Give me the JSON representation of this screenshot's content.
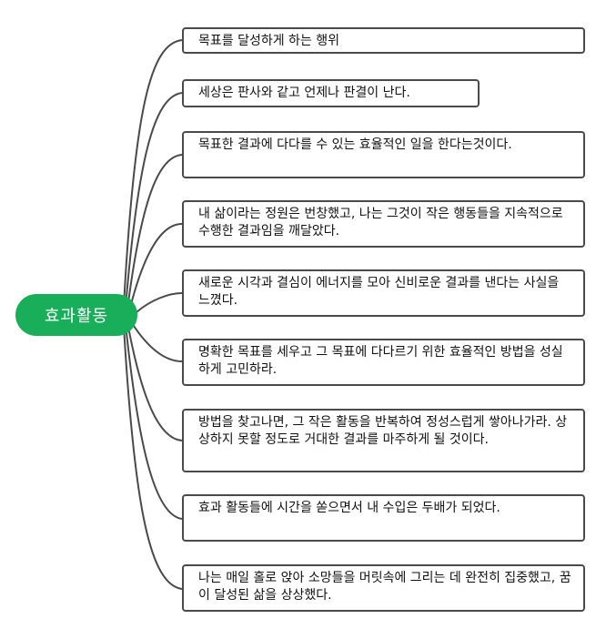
{
  "root": {
    "label": "효과활동"
  },
  "branches": [
    {
      "text": "목표를 달성하게 하는 행위"
    },
    {
      "text": "세상은 판사와 같고 언제나 판결이 난다."
    },
    {
      "text": "목표한 결과에 다다를 수 있는 효율적인 일을 한다는것이다."
    },
    {
      "text": "내 삶이라는 정원은 번창했고, 나는 그것이 작은 행동들을 지속적으로 수행한 결과임을 깨달았다."
    },
    {
      "text": "새로운 시각과 결심이 에너지를 모아 신비로운 결과를 낸다는 사실을 느꼈다."
    },
    {
      "text": "명확한 목표를 세우고 그 목표에 다다르기 위한 효율적인 방법을 성실하게 고민하라."
    },
    {
      "text": "방법을 찾고나면, 그 작은 활동을 반복하여 정성스럽게 쌓아나가라. 상상하지 못할 정도로 거대한 결과를 마주하게 될 것이다."
    },
    {
      "text": "효과 활동들에 시간을 쏟으면서 내 수입은 두배가 되었다."
    },
    {
      "text": "나는 매일 홀로 앉아 소망들을 머릿속에 그리는 데 완전히 집중했고, 꿈이 달성된 삶을 상상했다."
    }
  ],
  "colors": {
    "root_fill": "#19ae5a",
    "connector": "#4a4a4a",
    "node_border": "#4a4a4a"
  }
}
